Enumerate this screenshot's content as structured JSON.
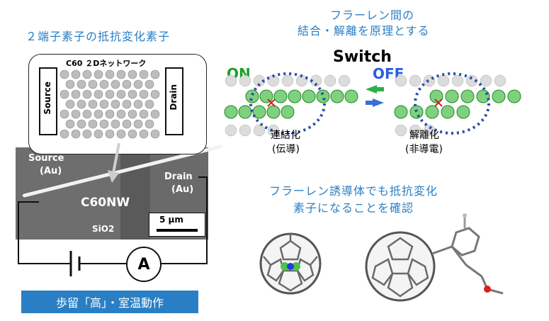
{
  "left": {
    "title": "２端子素子の抵抗変化素子",
    "inset_title": "C60 ２Dネットワーク",
    "source_electrode": "Source",
    "drain_electrode": "Drain",
    "source_label": "Source",
    "source_sub": "(Au)",
    "drain_label": "Drain",
    "drain_sub": "(Au)",
    "nanowire": "C60NW",
    "substrate": "SiO2",
    "scalebar": "5 μm",
    "ammeter": "A",
    "banner": "歩留「高」・室温動作"
  },
  "switch": {
    "title_line1": "フラーレン間の",
    "title_line2": "結合・解離を原理とする",
    "heading": "Switch",
    "on_label": "ON",
    "off_label": "OFF",
    "on_caption1": "連結化",
    "on_caption2": "(伝導)",
    "off_caption1": "解離化",
    "off_caption2": "(非導電)",
    "colors": {
      "on": "#1aa02a",
      "off": "#2a5fe0",
      "arrow_green": "#2db04a",
      "arrow_blue": "#3a6fd8"
    }
  },
  "derivative": {
    "line1": "フラーレン誘導体でも抵抗変化",
    "line2": "素子になることを確認"
  }
}
